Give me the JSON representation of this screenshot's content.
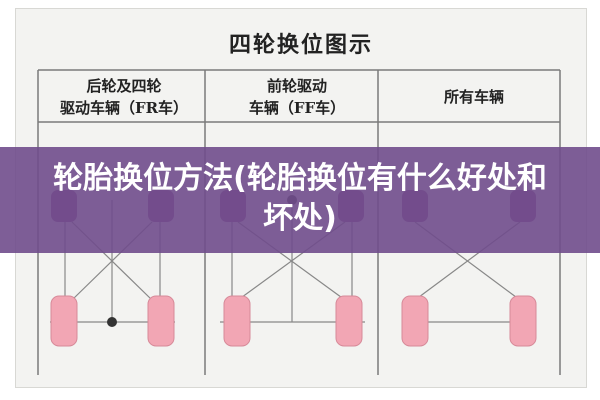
{
  "diagram": {
    "title": "四轮换位图示",
    "columns": [
      {
        "line1": "后轮及四轮",
        "line2": "驱动车辆（FR车）"
      },
      {
        "line1": "前轮驱动",
        "line2": "车辆（FF车）"
      },
      {
        "line1": "所有车辆",
        "line2": ""
      }
    ],
    "colors": {
      "front_tire": "#8a4e8a",
      "rear_tire": "#f2a6b4",
      "line": "#888888",
      "dot": "#333333"
    }
  },
  "banner": {
    "text": "轮胎换位方法(轮胎换位有什么好处和坏处)"
  }
}
